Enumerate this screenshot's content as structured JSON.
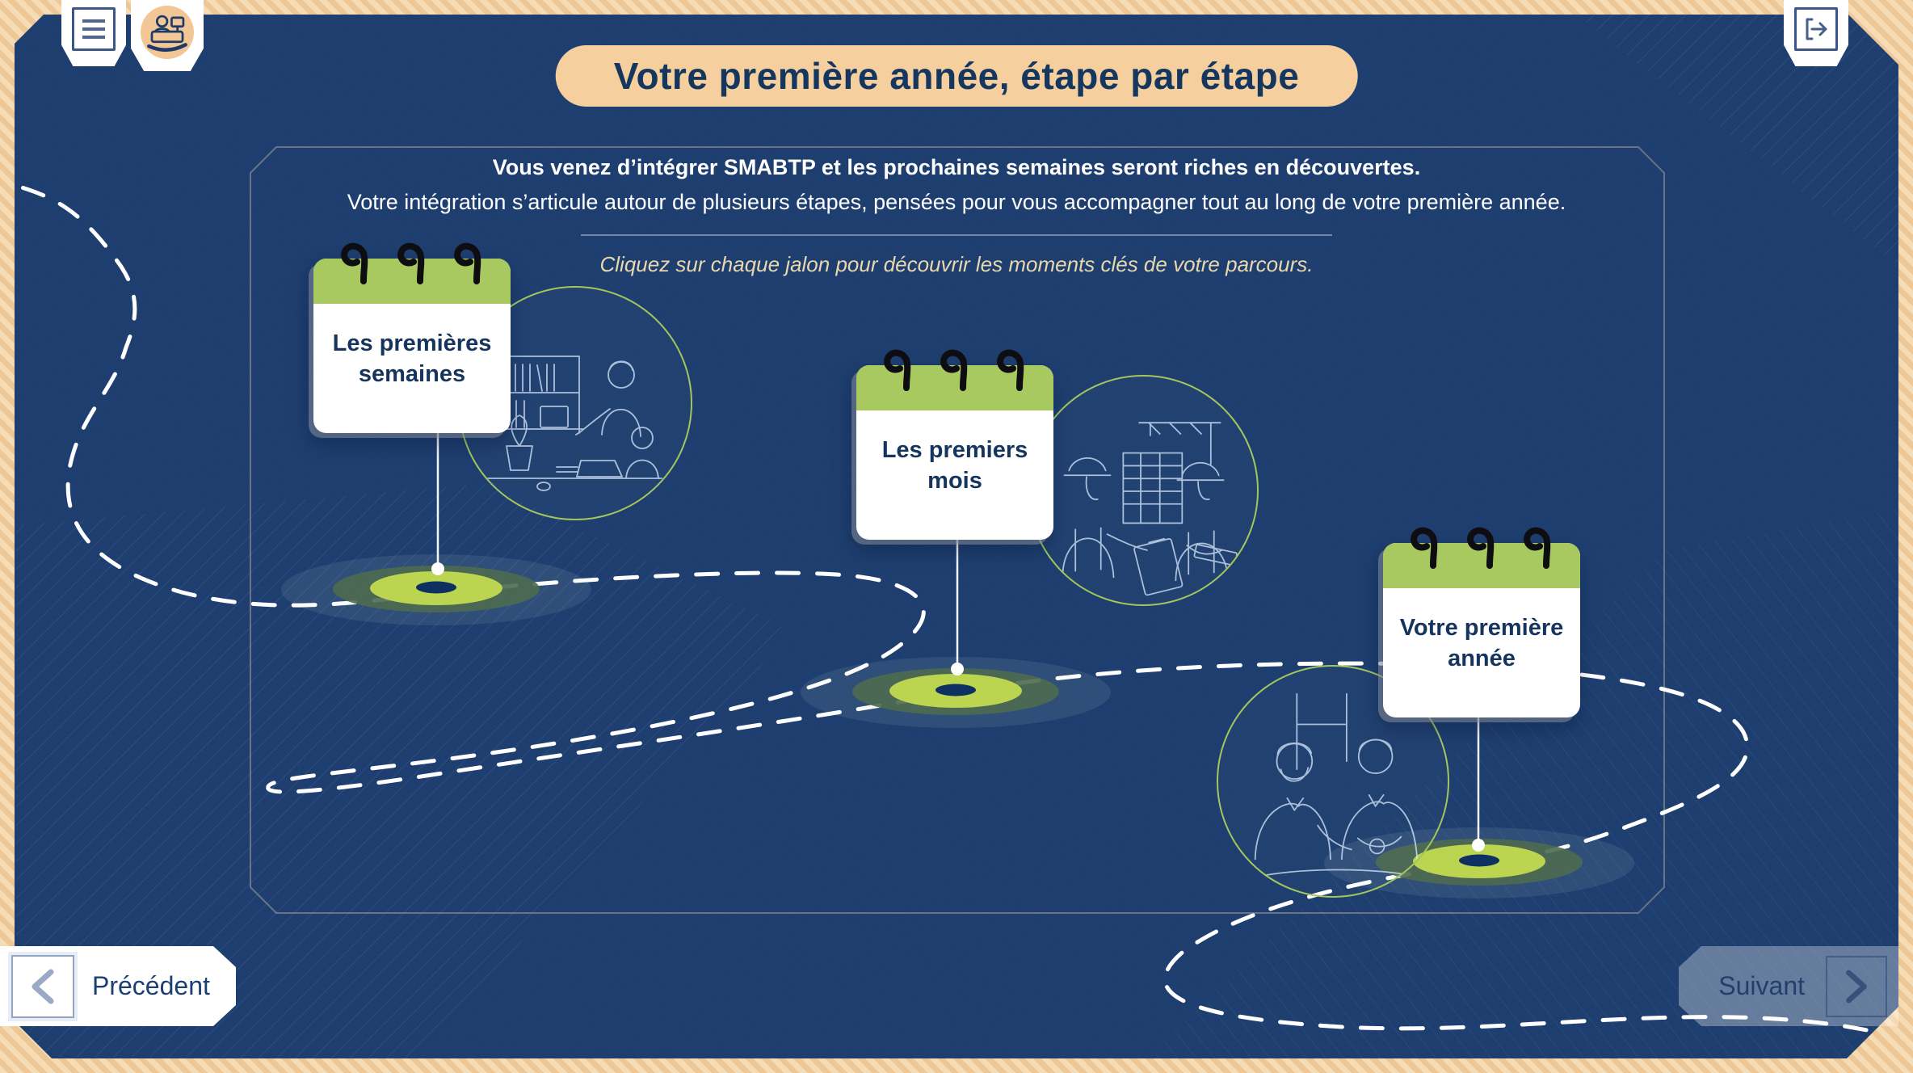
{
  "header": {
    "title": "Votre première année, étape par étape",
    "icons": {
      "menu": "hamburger-menu-icon",
      "character": "reception-character-icon",
      "exit": "exit-icon"
    }
  },
  "intro": {
    "line1_bold": "Vous venez d’intégrer SMABTP et les prochaines semaines seront riches en découvertes.",
    "line2": "Votre intégration s’articule autour de plusieurs étapes, pensées pour vous accompagner tout au long de votre première année.",
    "instruction": "Cliquez sur chaque jalon pour découvrir les moments clés de votre parcours."
  },
  "milestones": [
    {
      "label": "Les premières semaines",
      "illustration": "colleagues-reviewing-documents-in-office"
    },
    {
      "label": "Les premiers mois",
      "illustration": "construction-workers-on-site-with-crane"
    },
    {
      "label": "Votre première année",
      "illustration": "two-men-in-conversation"
    }
  ],
  "nav": {
    "previous": "Précédent",
    "next": "Suivant",
    "next_enabled": false
  },
  "colors": {
    "frame_beige": "#f0cd9e",
    "background_navy": "#17396b",
    "calendar_green": "#a7c95f",
    "pin_green": "#bbd550",
    "title_pill": "#f6cf9e",
    "navy_text": "#16355e",
    "cream_text": "#e9d8ad",
    "path_dash": "#ffffff"
  }
}
